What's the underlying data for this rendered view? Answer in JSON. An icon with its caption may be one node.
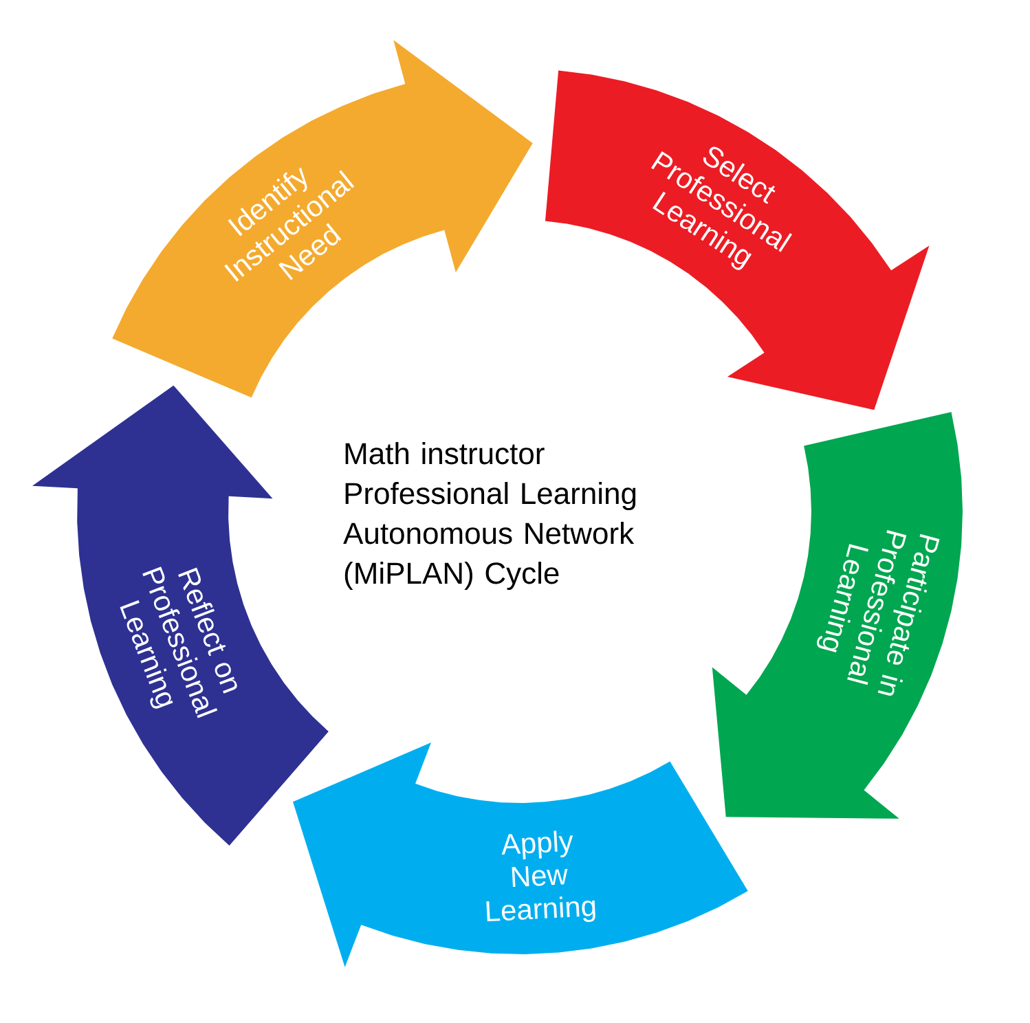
{
  "diagram": {
    "nodes": [
      {
        "text": [
          "Identify Instructional Need"
        ]
      },
      {
        "text": [
          "Select Professional Learning"
        ]
      },
      {
        "text": [
          "Participate in Professional Learning"
        ]
      },
      {
        "text": [
          "Apply New Learning"
        ]
      },
      {
        "text": [
          "Reflect on Professional Learning"
        ]
      }
    ],
    "labels": [
      "Math instructor Professional Learning Autonomous Network (MiPLAN) Cycle"
    ]
  }
}
